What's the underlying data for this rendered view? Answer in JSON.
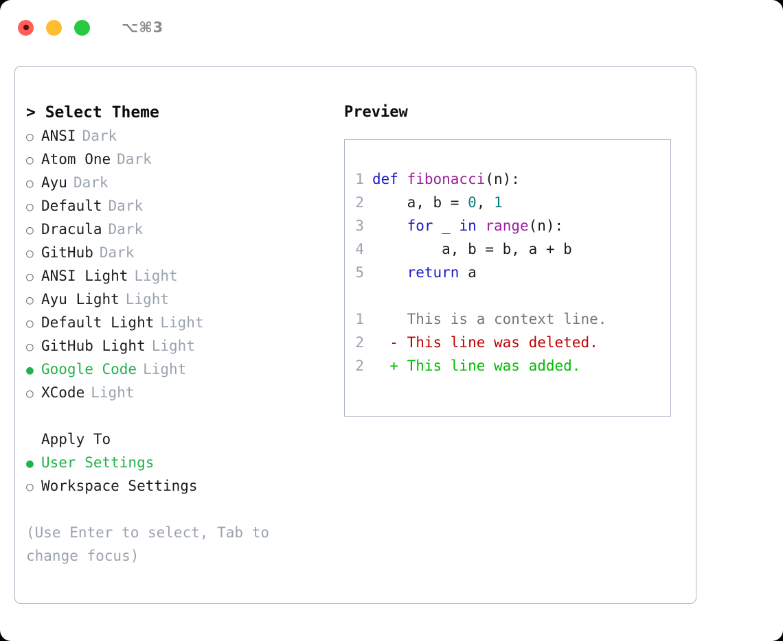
{
  "titlebar": {
    "shortcut": "⌥⌘3",
    "buttons": [
      {
        "name": "close",
        "color": "#ff5f57"
      },
      {
        "name": "minimize",
        "color": "#ffbd2e"
      },
      {
        "name": "maximize",
        "color": "#28c840"
      }
    ]
  },
  "theme_picker": {
    "heading": "> Select Theme",
    "options": [
      {
        "marker": "○",
        "selected": false,
        "label": "ANSI",
        "variant": "Dark"
      },
      {
        "marker": "○",
        "selected": false,
        "label": "Atom One",
        "variant": "Dark"
      },
      {
        "marker": "○",
        "selected": false,
        "label": "Ayu",
        "variant": "Dark"
      },
      {
        "marker": "○",
        "selected": false,
        "label": "Default",
        "variant": "Dark"
      },
      {
        "marker": "○",
        "selected": false,
        "label": "Dracula",
        "variant": "Dark"
      },
      {
        "marker": "○",
        "selected": false,
        "label": "GitHub",
        "variant": "Dark"
      },
      {
        "marker": "○",
        "selected": false,
        "label": "ANSI Light",
        "variant": "Light"
      },
      {
        "marker": "○",
        "selected": false,
        "label": "Ayu Light",
        "variant": "Light"
      },
      {
        "marker": "○",
        "selected": false,
        "label": "Default Light",
        "variant": "Light"
      },
      {
        "marker": "○",
        "selected": false,
        "label": "GitHub Light",
        "variant": "Light"
      },
      {
        "marker": "●",
        "selected": true,
        "label": "Google Code",
        "variant": "Light"
      },
      {
        "marker": "○",
        "selected": false,
        "label": "XCode",
        "variant": "Light"
      }
    ]
  },
  "apply_to": {
    "heading": "Apply To",
    "options": [
      {
        "marker": "●",
        "selected": true,
        "label": "User Settings"
      },
      {
        "marker": "○",
        "selected": false,
        "label": "Workspace Settings"
      }
    ]
  },
  "hint": "(Use Enter to select, Tab to change focus)",
  "preview": {
    "title": "Preview",
    "code_lines": [
      {
        "lineno": "1",
        "tokens": [
          {
            "text": "def ",
            "type": "kw"
          },
          {
            "text": "fibonacci",
            "type": "fn"
          },
          {
            "text": "(n):",
            "type": "plain"
          }
        ]
      },
      {
        "lineno": "2",
        "tokens": [
          {
            "text": "    a, b = ",
            "type": "plain"
          },
          {
            "text": "0",
            "type": "num"
          },
          {
            "text": ", ",
            "type": "plain"
          },
          {
            "text": "1",
            "type": "num"
          }
        ]
      },
      {
        "lineno": "3",
        "tokens": [
          {
            "text": "    ",
            "type": "plain"
          },
          {
            "text": "for",
            "type": "kw"
          },
          {
            "text": " _ ",
            "type": "plain"
          },
          {
            "text": "in",
            "type": "kw"
          },
          {
            "text": " ",
            "type": "plain"
          },
          {
            "text": "range",
            "type": "fn"
          },
          {
            "text": "(n):",
            "type": "plain"
          }
        ]
      },
      {
        "lineno": "4",
        "tokens": [
          {
            "text": "        a, b = b, a + b",
            "type": "plain"
          }
        ]
      },
      {
        "lineno": "5",
        "tokens": [
          {
            "text": "    ",
            "type": "plain"
          },
          {
            "text": "return",
            "type": "kw"
          },
          {
            "text": " a",
            "type": "plain"
          }
        ]
      }
    ],
    "diff_lines": [
      {
        "lineno": "1",
        "marker": " ",
        "text": "This is a context line.",
        "type": "ctx"
      },
      {
        "lineno": "2",
        "marker": "-",
        "text": "This line was deleted.",
        "type": "del"
      },
      {
        "lineno": "2",
        "marker": "+",
        "text": "This line was added.",
        "type": "add"
      }
    ]
  },
  "colors": {
    "accent_green": "#22b14c",
    "muted": "#9aa3b0",
    "border": "#aab4c4",
    "keyword": "#1a1ac4",
    "function": "#9c1f9c",
    "number": "#0d7b7b",
    "diff_add": "#00bb00",
    "diff_del": "#c00000",
    "diff_ctx": "#767676"
  }
}
